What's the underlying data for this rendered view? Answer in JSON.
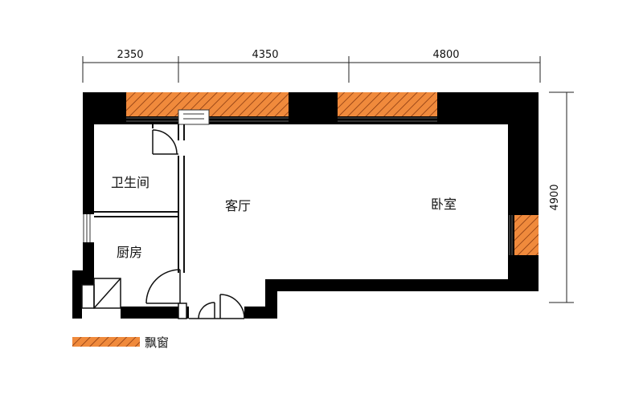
{
  "dimensions": {
    "top": [
      "2350",
      "4350",
      "4800"
    ],
    "right": "4900"
  },
  "rooms": {
    "bathroom": "卫生间",
    "living": "客厅",
    "bedroom": "卧室",
    "kitchen": "厨房"
  },
  "legend": {
    "bay_window": "飘窗"
  },
  "colors": {
    "wall": "#000000",
    "bay_window_fill": "#f08a3c",
    "bay_window_hatch": "#8a3a10",
    "dimension_line": "#222222"
  }
}
